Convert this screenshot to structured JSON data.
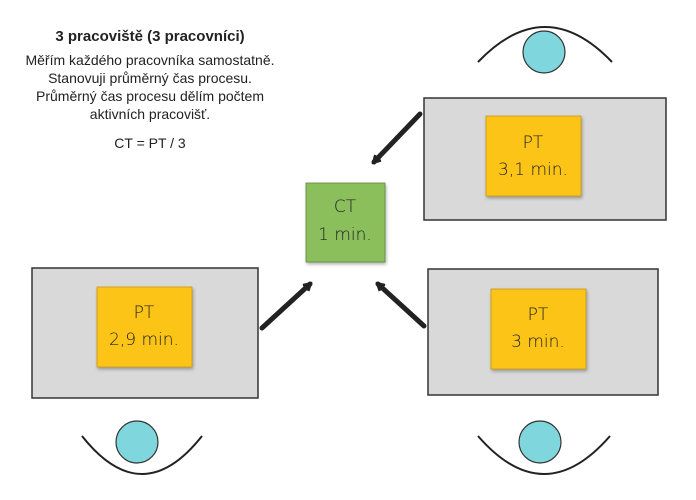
{
  "info": {
    "title": "3 pracoviště (3 pracovníci)",
    "lines": [
      "Měřím každého pracovníka samostatně.",
      "Stanovuji průměrný čas procesu.",
      "Průměrný čas procesu dělím počtem",
      "aktivních pracovišť."
    ],
    "formula": "CT = PT / 3"
  },
  "center_note": {
    "line1": "CT",
    "line2": "1 min."
  },
  "workstations": [
    {
      "line1": "PT",
      "line2": "3,1 min."
    },
    {
      "line1": "PT",
      "line2": "2,9 min."
    },
    {
      "line1": "PT",
      "line2": "3 min."
    }
  ],
  "colors": {
    "desk": "#d9d9d9",
    "desk_border": "#333333",
    "pt_note": "#fcc419",
    "ct_note": "#8bbf5c",
    "worker_head": "#7fd6dc",
    "arrow": "#222222"
  }
}
